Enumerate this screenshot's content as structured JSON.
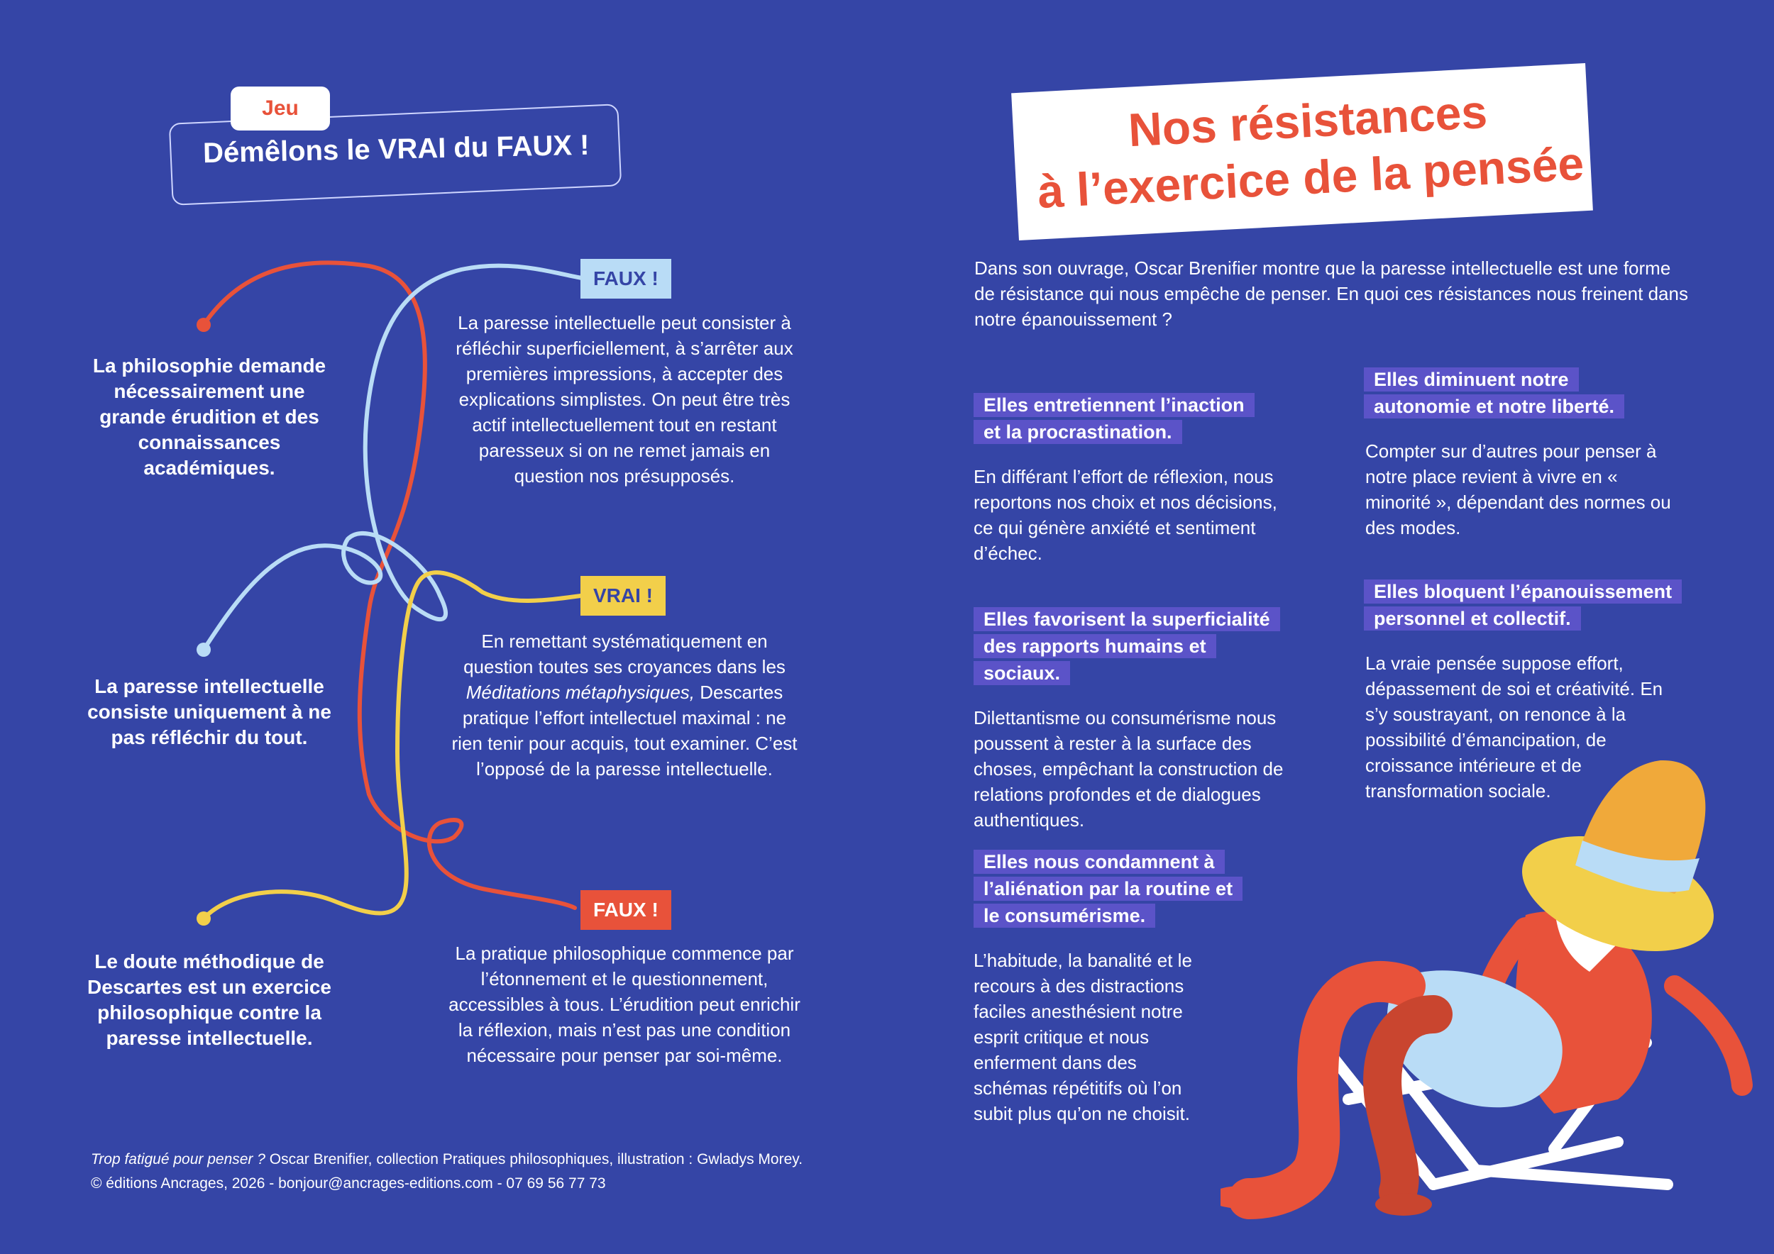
{
  "game": {
    "tag": "Jeu",
    "title": "Démêlons le VRAI du FAUX !"
  },
  "statements": [
    {
      "text": "La philosophie demande nécessairement une grande érudition et des connaissances académiques."
    },
    {
      "text": "La paresse intellectuelle consiste uniquement à ne pas réfléchir du tout."
    },
    {
      "text": "Le doute méthodique de Descartes est un exercice philosophique contre la paresse intellectuelle."
    }
  ],
  "answers": [
    {
      "verdict": "FAUX !",
      "text": "La paresse intellectuelle peut consister à réfléchir superficiellement, à s’arrêter aux premières impressions, à accepter des explications simplistes. On peut être très actif intellectuellement tout en restant paresseux si on ne remet jamais en question nos présupposés."
    },
    {
      "verdict": "VRAI !",
      "text_before": "En remettant systématiquement en question toutes ses croyances dans les ",
      "text_italic": "Méditations métaphysiques,",
      "text_after": " Descartes pratique l’effort intellectuel maximal : ne rien tenir pour acquis, tout examiner. C’est l’opposé de la paresse intellectuelle."
    },
    {
      "verdict": "FAUX !",
      "text": "La pratique philosophique commence par l’étonnement et le questionnement, accessibles à tous. L’érudition peut enrichir la réflexion, mais n’est pas une condition nécessaire pour penser par soi-même."
    }
  ],
  "credits": {
    "italic": "Trop fatigué pour penser ?",
    "line1": " Oscar Brenifier, collection Pratiques philosophiques, illustration : Gwladys Morey.",
    "line2": "© éditions Ancrages, 2026 - bonjour@ancrages-editions.com - 07 69 56 77 73"
  },
  "main": {
    "title_line1": "Nos résistances",
    "title_line2": "à l’exercice de la pensée",
    "intro": "Dans son ouvrage, Oscar Brenifier montre que la paresse intellectuelle est une forme de résistance qui nous empêche de penser. En quoi ces résistances nous freinent dans notre épanouissement ?"
  },
  "resistances": [
    {
      "heading": "Elles entretiennent l’inaction et la procrastination.",
      "text": "En différant l’effort de réflexion, nous reportons nos choix et nos décisions, ce qui génère anxiété et sentiment d’échec."
    },
    {
      "heading": "Elles diminuent notre autonomie et notre liberté.",
      "text": "Compter sur d’autres pour penser à notre place revient à vivre en « minorité », dépendant des normes ou des modes."
    },
    {
      "heading": "Elles favorisent la superficialité des rapports humains et sociaux.",
      "text": "Dilettantisme ou consumérisme nous poussent à rester à la surface des choses, empêchant la construction de relations profondes et de dialogues authentiques."
    },
    {
      "heading": "Elles bloquent l’épanouissement personnel et collectif.",
      "text": "La vraie pensée suppose effort, dépassement de soi et créativité. En s’y soustrayant, on renonce à la possibilité d’émancipation, de croissance intérieure et de transformation sociale."
    },
    {
      "heading": "Elles nous condamnent à l’aliénation par la routine et le consumérisme.",
      "text": "L’habitude, la banalité et le recours à des distractions faciles anesthésient notre esprit critique et nous enferment dans des schémas répétitifs où l’on subit plus qu’on ne choisit."
    }
  ],
  "colors": {
    "background": "#3545a6",
    "orange": "#e8523a",
    "yellow": "#f2cf4a",
    "light_blue": "#b9dcf6",
    "highlight": "#5b53c8",
    "hat": "#f0a93a"
  }
}
